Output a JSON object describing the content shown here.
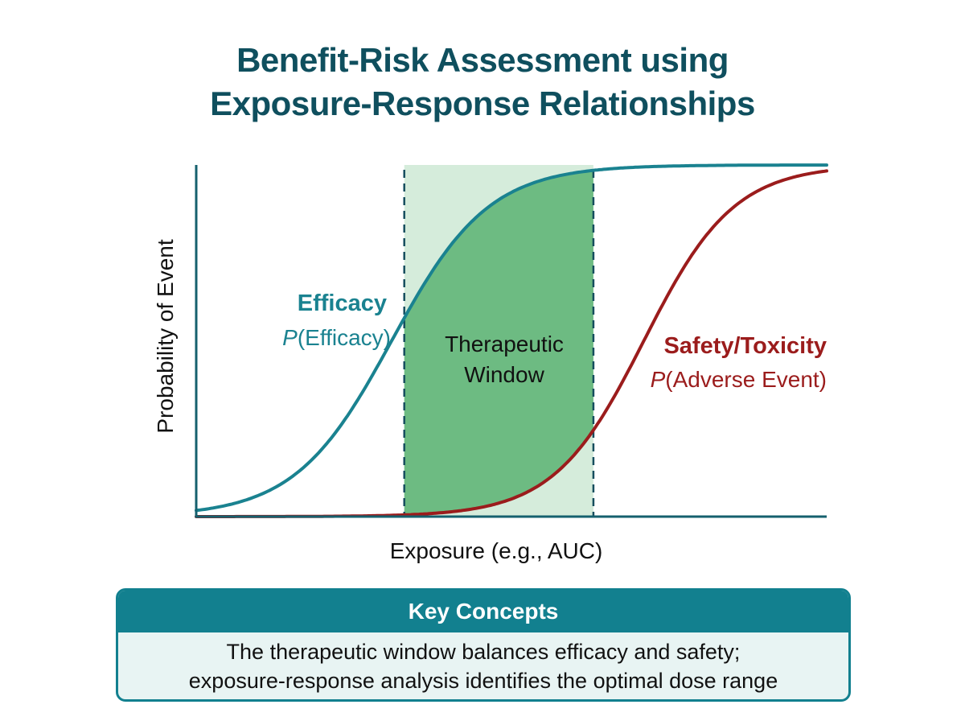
{
  "title": {
    "line1": "Benefit-Risk Assessment using",
    "line2": "Exposure-Response Relationships"
  },
  "chart_data": {
    "type": "line",
    "xlabel": "Exposure (e.g., AUC)",
    "ylabel": "Probability of Event",
    "xlim": [
      0,
      100
    ],
    "ylim": [
      0,
      1
    ],
    "grid": false,
    "series": [
      {
        "name": "Efficacy",
        "sublabel": "P(Efficacy)",
        "color": "#1a8290",
        "model": "logistic",
        "midpoint": 31,
        "slope": 0.13
      },
      {
        "name": "Safety/Toxicity",
        "sublabel": "P(Adverse Event)",
        "color": "#9b1c1c",
        "model": "logistic",
        "midpoint": 71,
        "slope": 0.14
      }
    ],
    "window": {
      "label_line1": "Therapeutic",
      "label_line2": "Window",
      "x_start": 33,
      "x_end": 63,
      "fill_light": "#d5ecdb",
      "fill_dark": "#6dbb82",
      "boundary_color": "#164e5e"
    },
    "axis_color": "#15606e"
  },
  "key_concepts": {
    "heading": "Key Concepts",
    "line1": "The therapeutic window balances efficacy and safety;",
    "line2": "exposure-response analysis identifies the optimal dose range"
  }
}
